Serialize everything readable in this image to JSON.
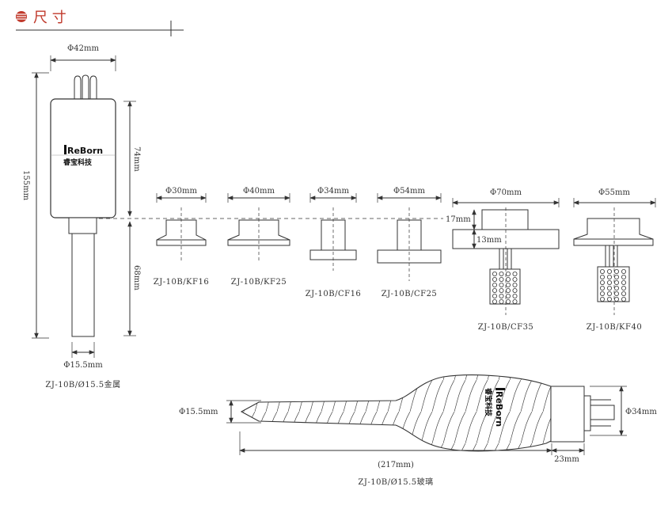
{
  "header": {
    "title": "尺 寸",
    "accent_color": "#c0392b"
  },
  "brand": {
    "name": "ReBorn",
    "chinese": "睿宝科技"
  },
  "sensor_metal": {
    "label": "ZJ-10B/Ø15.5金属",
    "head_diameter": "Φ42mm",
    "total_length": "155mm",
    "head_length": "74mm",
    "probe_length": "68mm",
    "probe_diameter": "Φ15.5mm"
  },
  "flanges": [
    {
      "diameter": "Φ30mm",
      "label": "ZJ-10B/KF16"
    },
    {
      "diameter": "Φ40mm",
      "label": "ZJ-10B/KF25"
    },
    {
      "diameter": "Φ34mm",
      "label": "ZJ-10B/CF16"
    },
    {
      "diameter": "Φ54mm",
      "label": "ZJ-10B/CF25"
    },
    {
      "diameter": "Φ70mm",
      "label": "ZJ-10B/CF35",
      "dim_a": "17mm",
      "dim_b": "13mm"
    },
    {
      "diameter": "Φ55mm",
      "label": "ZJ-10B/KF40"
    }
  ],
  "sensor_glass": {
    "label": "ZJ-10B/Ø15.5玻璃",
    "tip_diameter": "Φ15.5mm",
    "body_length": "(217mm)",
    "base_length": "23mm",
    "base_diameter": "Φ34mm"
  }
}
